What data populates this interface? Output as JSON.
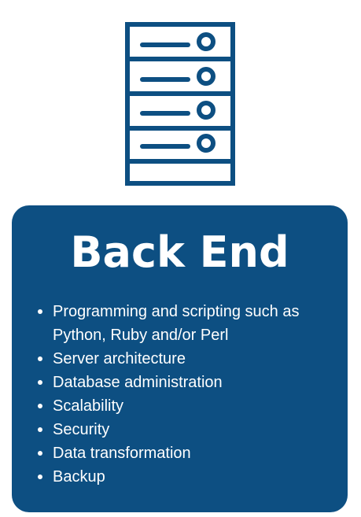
{
  "card": {
    "title": "Back End",
    "items": [
      "Programming and scripting such as Python, Ruby and/or Perl",
      "Server architecture",
      "Database administration",
      "Scalability",
      "Security",
      "Data transformation",
      "Backup"
    ]
  },
  "icons": {
    "header": "server-rack-icon"
  },
  "colors": {
    "primary": "#0d4f82",
    "text": "#ffffff",
    "background": "#ffffff"
  }
}
